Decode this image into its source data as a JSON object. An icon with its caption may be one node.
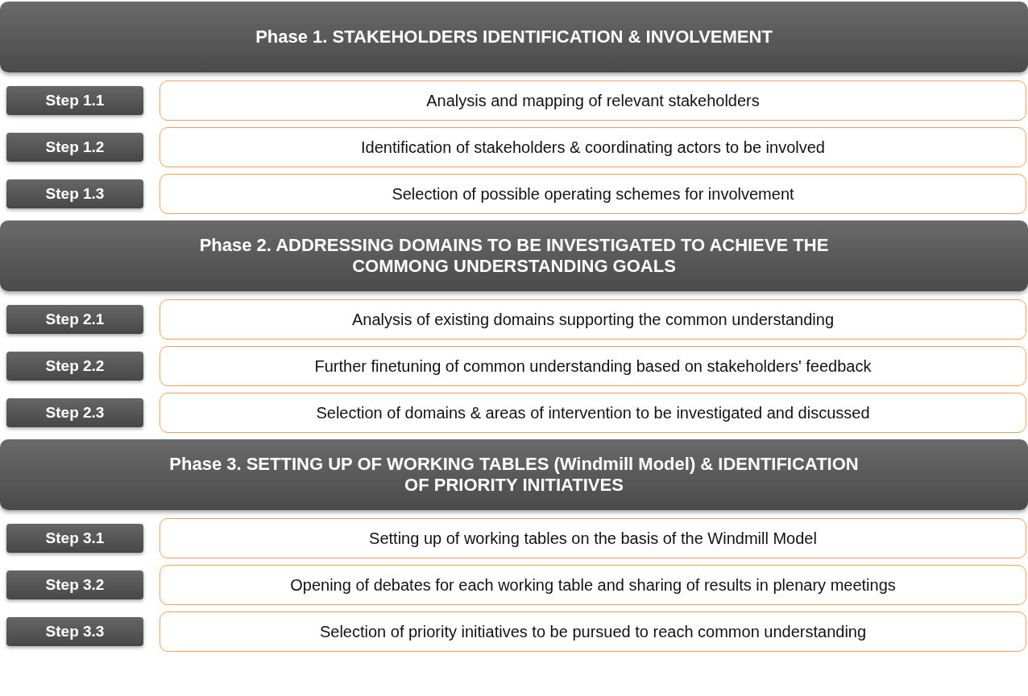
{
  "diagram": {
    "nodes": [
      {
        "text": [
          "Phase 1. STAKEHOLDERS IDENTIFICATION & INVOLVEMENT"
        ]
      },
      {
        "text": [
          "Step 1.1"
        ]
      },
      {
        "text": [
          "Analysis and mapping of relevant stakeholders"
        ]
      },
      {
        "text": [
          "Step 1.2"
        ]
      },
      {
        "text": [
          "Identification of stakeholders & coordinating actors to be involved"
        ]
      },
      {
        "text": [
          "Step 1.3"
        ]
      },
      {
        "text": [
          "Selection of possible operating schemes for involvement"
        ]
      },
      {
        "text": [
          "Phase 2. ADDRESSING DOMAINS TO BE INVESTIGATED TO ACHIEVE THE COMMONG UNDERSTANDING GOALS"
        ]
      },
      {
        "text": [
          "Step 2.1"
        ]
      },
      {
        "text": [
          "Analysis of existing domains supporting the common understanding"
        ]
      },
      {
        "text": [
          "Step 2.2"
        ]
      },
      {
        "text": [
          "Further finetuning of common understanding based on stakeholders' feedback"
        ]
      },
      {
        "text": [
          "Step 2.3"
        ]
      },
      {
        "text": [
          "Selection of domains & areas of intervention to be investigated and discussed"
        ]
      },
      {
        "text": [
          "Phase 3. SETTING UP OF WORKING TABLES (Windmill Model) & IDENTIFICATION OF PRIORITY INITIATIVES"
        ]
      },
      {
        "text": [
          "Step 3.1"
        ]
      },
      {
        "text": [
          "Setting up of working tables on the basis of the Windmill Model"
        ]
      },
      {
        "text": [
          "Step 3.2"
        ]
      },
      {
        "text": [
          "Opening of debates for each working table and sharing of results in plenary meetings"
        ]
      },
      {
        "text": [
          "Step 3.3"
        ]
      },
      {
        "text": [
          "Selection of priority initiatives to be pursued to reach common understanding"
        ]
      }
    ]
  }
}
